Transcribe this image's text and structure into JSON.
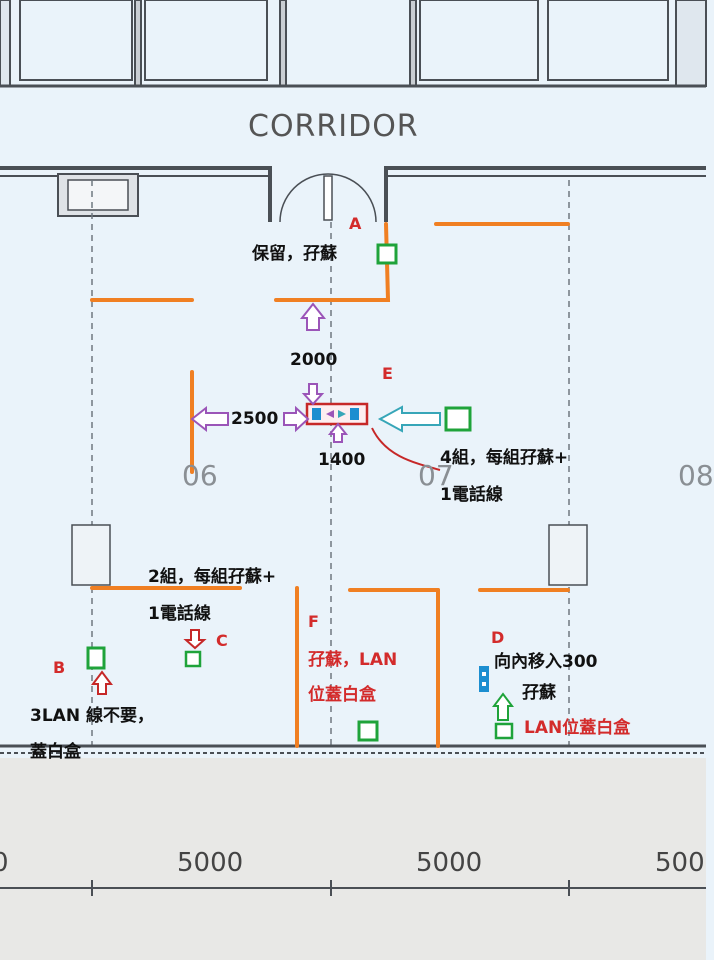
{
  "corridor_label": "CORRIDOR",
  "rooms": {
    "r06": "06",
    "r07": "07",
    "r08": "08"
  },
  "dimensions": {
    "d_left": "0",
    "d1": "5000",
    "d2": "5000",
    "d_right": "500"
  },
  "points": {
    "A": {
      "letter": "A",
      "note": "保留，孖蘇"
    },
    "B": {
      "letter": "B",
      "note_line1": "3LAN 線不要，",
      "note_line2": "蓋白盒"
    },
    "C": {
      "letter": "C",
      "note_line1": "2組，每組孖蘇+",
      "note_line2": "1電話線"
    },
    "D": {
      "letter": "D",
      "note_line1": "向內移入300",
      "note_line2": "孖蘇",
      "note_line3": "LAN位蓋白盒"
    },
    "E": {
      "letter": "E",
      "dim_top": "2000",
      "dim_left": "2500",
      "dim_bottom": "1400",
      "note_line1": "4組，每組孖蘇+",
      "note_line2": "1電話線"
    },
    "F": {
      "letter": "F",
      "note_line1": "孖蘇，LAN",
      "note_line2": "位蓋白盒"
    }
  },
  "colors": {
    "background": "#eaf3fa",
    "wall": "#4a4f55",
    "partition": "#f07f22",
    "socket": "#1fa33a",
    "arrow_purple": "#9b55b8",
    "arrow_teal": "#37a6b8",
    "label_red": "#d32b2b",
    "floor": "#e8e8e6"
  }
}
